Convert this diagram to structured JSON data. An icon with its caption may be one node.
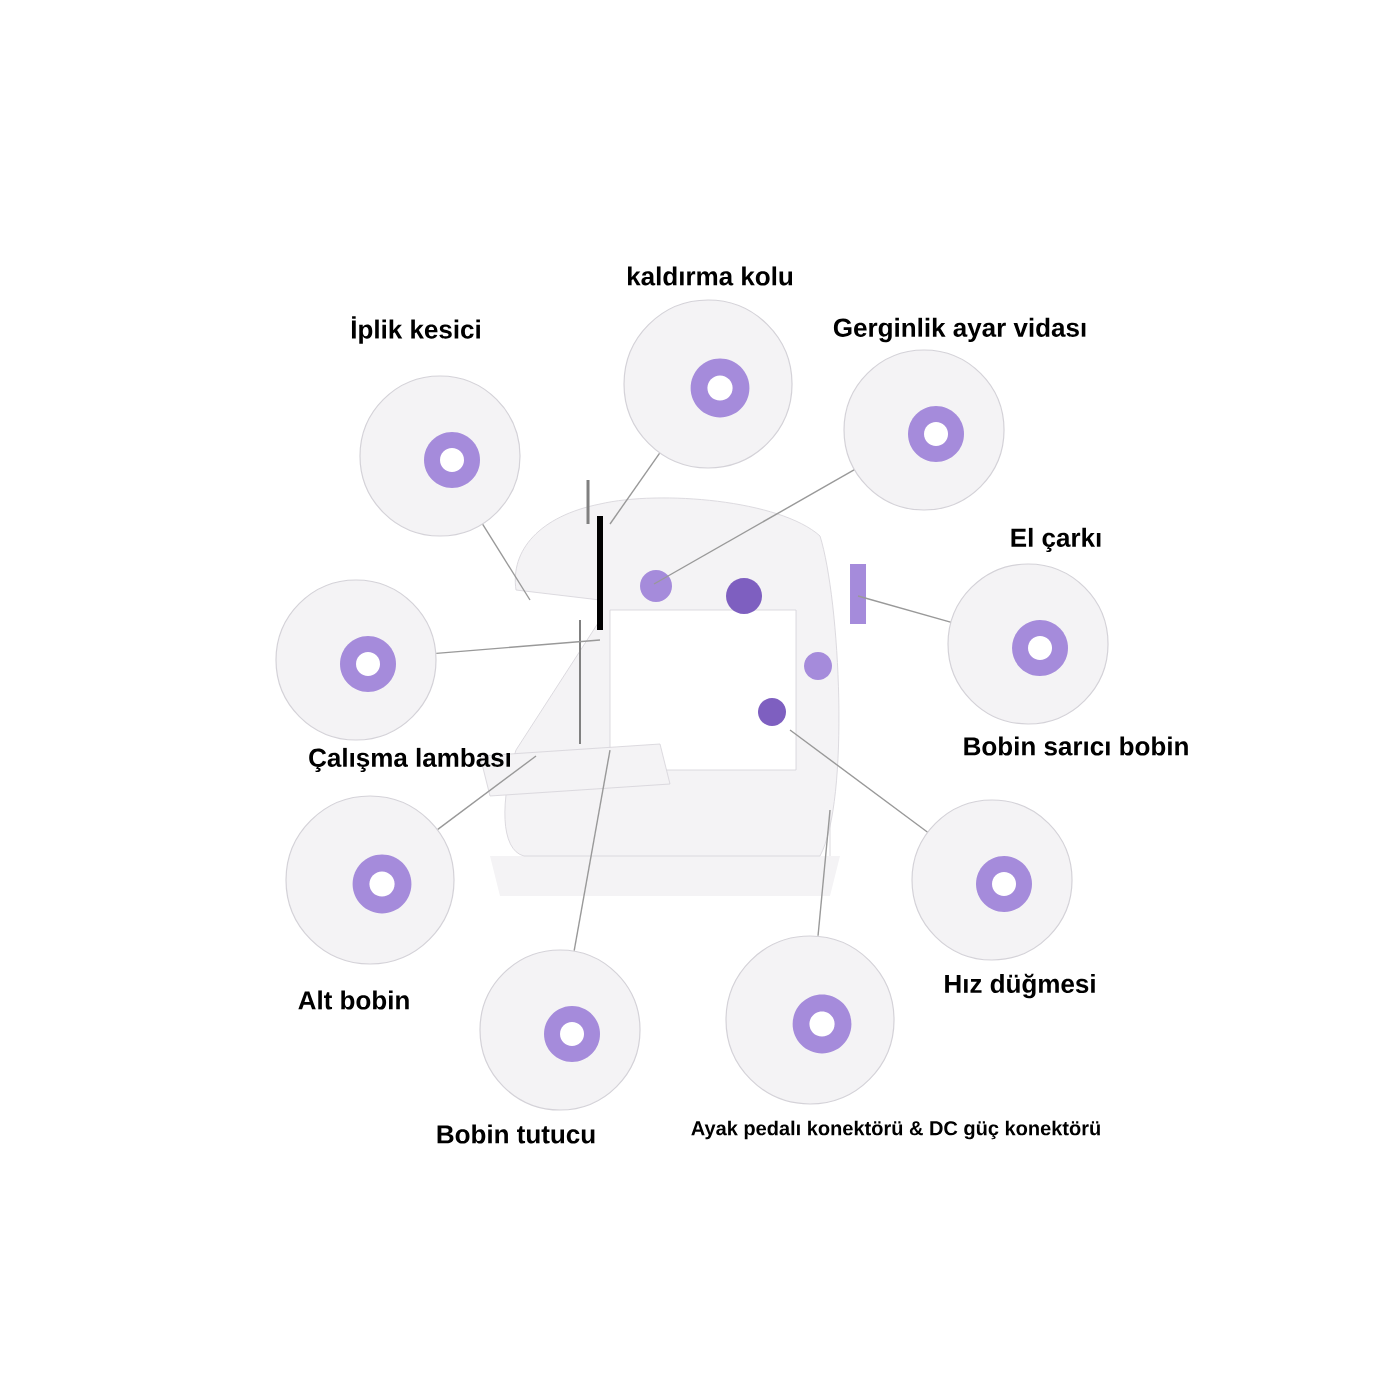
{
  "diagram": {
    "nodes": [
      {
        "text": [
          "İplik kesici"
        ]
      },
      {
        "text": [
          "kaldırma kolu"
        ]
      },
      {
        "text": [
          "Gerginlik ayar vidası"
        ]
      },
      {
        "text": [
          "El çarkı"
        ]
      },
      {
        "text": [
          "Çalışma lambası"
        ]
      },
      {
        "text": [
          "Hız düğmesi"
        ]
      },
      {
        "text": [
          "Alt bobin"
        ]
      },
      {
        "text": [
          "Bobin tutucu"
        ]
      },
      {
        "text": [
          "Ayak pedalı konektörü & DC güç konektörü"
        ]
      }
    ],
    "edges": [
      {
        "from": 0,
        "to": null,
        "arrow": "none"
      },
      {
        "from": 1,
        "to": null,
        "arrow": "none"
      },
      {
        "from": 2,
        "to": null,
        "arrow": "none"
      },
      {
        "from": 3,
        "to": null,
        "arrow": "none"
      },
      {
        "from": 4,
        "to": null,
        "arrow": "none"
      },
      {
        "from": 5,
        "to": null,
        "arrow": "none"
      },
      {
        "from": 6,
        "to": null,
        "arrow": "none"
      },
      {
        "from": 7,
        "to": null,
        "arrow": "none"
      },
      {
        "from": 8,
        "to": null,
        "arrow": "none"
      }
    ],
    "labels": [
      "Bobin sarıcı bobin"
    ]
  }
}
